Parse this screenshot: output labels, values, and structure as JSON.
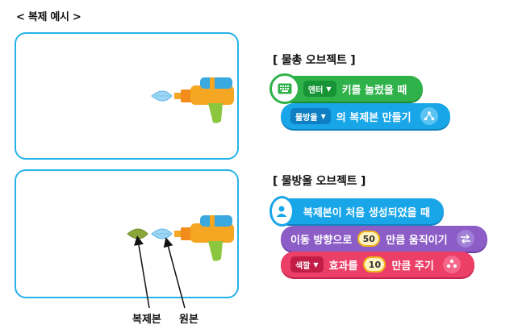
{
  "heading": "< 복제 예시 >",
  "gun_object": {
    "title": "[ 물총 오브젝트 ]",
    "when_key_block": {
      "key_dropdown": "엔터",
      "text": "키를 눌렀을 때"
    },
    "clone_block": {
      "target_dropdown": "물방울",
      "text": "의 복제본 만들기"
    }
  },
  "drop_object": {
    "title": "[ 물방울 오브젝트 ]",
    "clone_start_block": {
      "text": "복제본이 처음 생성되었을 때"
    },
    "move_block": {
      "label": "이동 방향으로",
      "value": "50",
      "suffix": "만큼 움직이기"
    },
    "effect_block": {
      "effect_dropdown": "색깔",
      "label": "효과를",
      "value": "10",
      "suffix": "만큼 주기"
    }
  },
  "captions": {
    "clone": "복제본",
    "original": "원본"
  },
  "colors": {
    "stage_border": "#27b3e8",
    "start_block": "#2fb24a",
    "flow_block": "#19a6e8",
    "move_block": "#8c5cc7",
    "looks_block": "#ec3f68",
    "water_drop": "#9fd6f5",
    "clone_drop": "#8aa63a",
    "gun_body": "#f5a623",
    "gun_tank": "#3aa9e0",
    "gun_handle": "#8cc63e"
  }
}
